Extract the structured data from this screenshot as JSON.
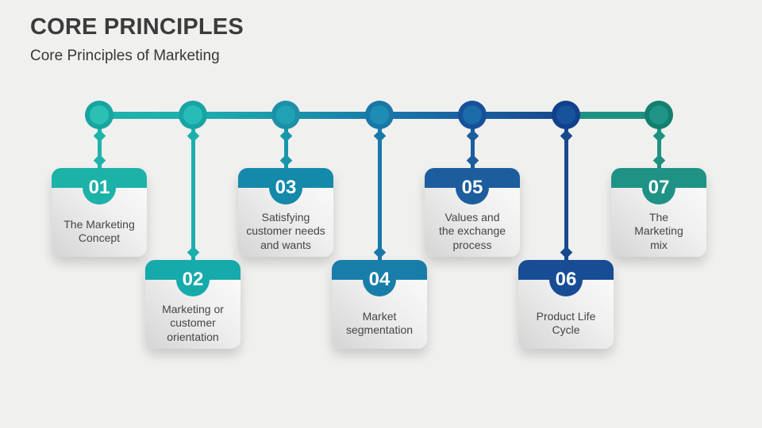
{
  "slide": {
    "title": "CORE PRINCIPLES",
    "subtitle": "Core Principles of Marketing",
    "background_color": "#F0F0EF",
    "title_color": "#3B3B3B"
  },
  "timeline": {
    "type": "horizontal-timeline",
    "node_count": 7,
    "items": [
      {
        "number": "01",
        "label": "The Marketing Concept",
        "label_lines": [
          "The Marketing",
          "Concept"
        ],
        "color": "#1CB2A8",
        "position": "upper"
      },
      {
        "number": "02",
        "label": "Marketing or customer orientation",
        "label_lines": [
          "Marketing or",
          "customer",
          "orientation"
        ],
        "color": "#17AAAB",
        "position": "lower"
      },
      {
        "number": "03",
        "label": "Satisfying customer needs and wants",
        "label_lines": [
          "Satisfying",
          "customer needs",
          "and wants"
        ],
        "color": "#1489A9",
        "position": "upper"
      },
      {
        "number": "04",
        "label": "Market segmentation",
        "label_lines": [
          "Market",
          "segmentation"
        ],
        "color": "#187DA9",
        "position": "lower"
      },
      {
        "number": "05",
        "label": "Values and the exchange process",
        "label_lines": [
          "Values and",
          "the exchange",
          "process"
        ],
        "color": "#1C5D9D",
        "position": "upper"
      },
      {
        "number": "06",
        "label": "Product Life Cycle",
        "label_lines": [
          "Product Life",
          "Cycle"
        ],
        "color": "#174D95",
        "position": "lower"
      },
      {
        "number": "07",
        "label": "The Marketing mix",
        "label_lines": [
          "The",
          "Marketing",
          "mix"
        ],
        "color": "#1F9286",
        "position": "upper"
      }
    ]
  }
}
